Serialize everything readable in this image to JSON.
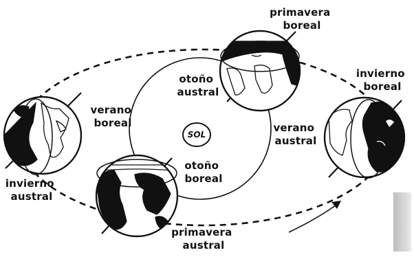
{
  "center": {
    "label": "SOL"
  },
  "labels": {
    "primavera_boreal": [
      "primavera",
      "boreal"
    ],
    "otono_austral": [
      "otoño",
      "austral"
    ],
    "invierno_boreal": [
      "invierno",
      "boreal"
    ],
    "verano_boreal": [
      "verano",
      "boreal"
    ],
    "verano_austral": [
      "verano",
      "austral"
    ],
    "invierno_austral": [
      "invierno",
      "austral"
    ],
    "otono_boreal": [
      "otoño",
      "boreal"
    ],
    "primavera_austral": [
      "primavera",
      "austral"
    ]
  },
  "globes": [
    {
      "id": "left",
      "lit_side": "right",
      "name": "earth-left"
    },
    {
      "id": "top",
      "lit_side": "bottom",
      "name": "earth-top"
    },
    {
      "id": "right",
      "lit_side": "left",
      "name": "earth-right"
    },
    {
      "id": "bottom",
      "lit_side": "top",
      "name": "earth-bottom"
    }
  ]
}
